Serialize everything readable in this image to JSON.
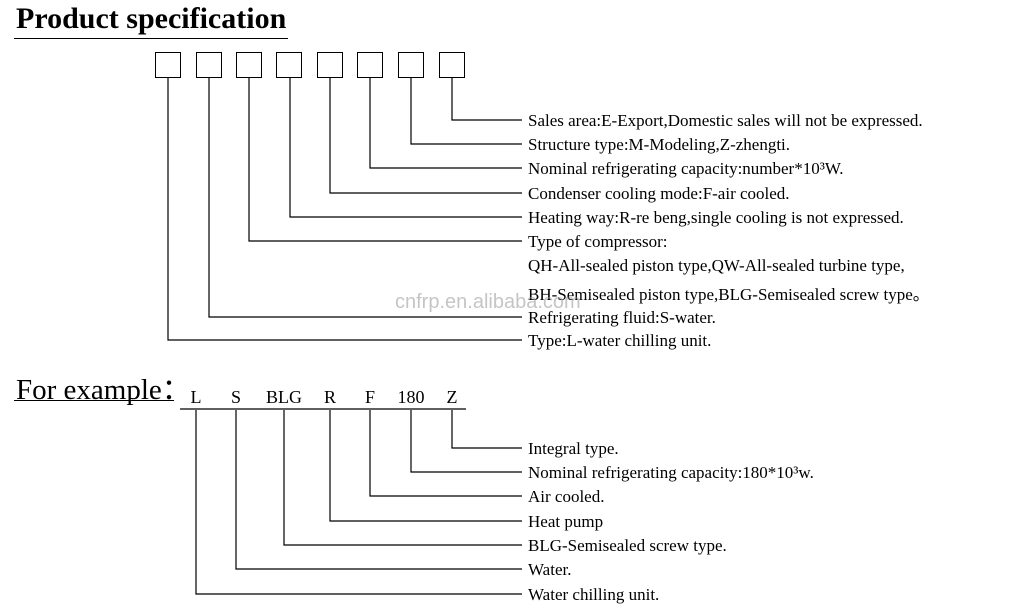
{
  "title": "Product specification",
  "code_slot_count": 8,
  "spec_descriptions": [
    "Sales area:E-Export,Domestic sales will not be expressed.",
    "Structure type:M-Modeling,Z-zhengti.",
    "Nominal refrigerating capacity:number*10³W.",
    "Condenser cooling mode:F-air cooled.",
    "Heating way:R-re beng,single cooling is not expressed.",
    "Type of compressor:",
    "QH-All-sealed piston type,QW-All-sealed turbine type,",
    "BH-Semisealed piston type,BLG-Semisealed screw type。",
    "Refrigerating fluid:S-water.",
    "Type:L-water chilling unit."
  ],
  "example": {
    "label": "For example：",
    "codes": [
      "L",
      "S",
      "BLG",
      "R",
      "F",
      "180",
      "Z"
    ],
    "descriptions": [
      "Integral type.",
      "Nominal refrigerating capacity:180*10³w.",
      "Air cooled.",
      "Heat pump",
      "BLG-Semisealed screw type.",
      "Water.",
      "Water chilling unit."
    ]
  },
  "watermark": "cnfrp.en.alibaba.com"
}
